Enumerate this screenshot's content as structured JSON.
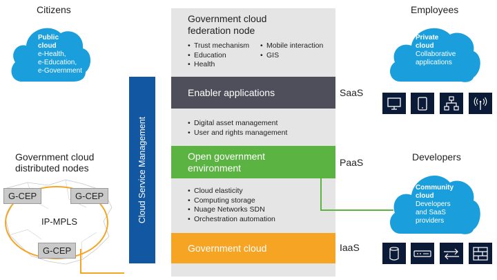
{
  "citizens": {
    "heading": "Citizens",
    "cloud_title": "Public cloud",
    "cloud_lines": [
      "e-Health,",
      "e-Education,",
      "e-Government"
    ]
  },
  "employees": {
    "heading": "Employees",
    "cloud_title": "Private cloud",
    "cloud_lines": [
      "Collaborative",
      "applications"
    ],
    "icons": [
      "monitor-icon",
      "tablet-icon",
      "org-chart-icon",
      "wireless-icon"
    ]
  },
  "developers": {
    "heading": "Developers",
    "cloud_title": "Community cloud",
    "cloud_lines": [
      "Developers",
      "and SaaS",
      "providers"
    ],
    "icons": [
      "database-icon",
      "server-icon",
      "exchange-arrows-icon",
      "firewall-icon"
    ]
  },
  "distributed": {
    "heading_line1": "Government cloud",
    "heading_line2": "distributed nodes",
    "nodes": [
      "G-CEP",
      "G-CEP",
      "G-CEP"
    ],
    "network": "IP-MPLS"
  },
  "center": {
    "title_line1": "Government cloud",
    "title_line2": "federation node",
    "top_bullets_left": [
      "Trust mechanism",
      "Education",
      "Health"
    ],
    "top_bullets_right": [
      "Mobile interaction",
      "GIS"
    ],
    "enabler": "Enabler applications",
    "mid_bullets": [
      "Digital asset management",
      "User and rights management"
    ],
    "opengov_line1": "Open government",
    "opengov_line2": "environment",
    "low_bullets": [
      "Cloud elasticity",
      "Computing storage",
      "Nuage Networks SDN",
      "Orchestration automation"
    ],
    "govcloud": "Government cloud"
  },
  "csm": "Cloud Service Management",
  "layers": {
    "saas": "SaaS",
    "paas": "PaaS",
    "iaas": "IaaS"
  },
  "colors": {
    "cloud": "#1a9fdc",
    "enabler": "#4f4f5c",
    "opengov": "#5bb442",
    "govcloud": "#f5a423",
    "csm": "#1257a1",
    "icon_bg": "#0b1a36"
  }
}
